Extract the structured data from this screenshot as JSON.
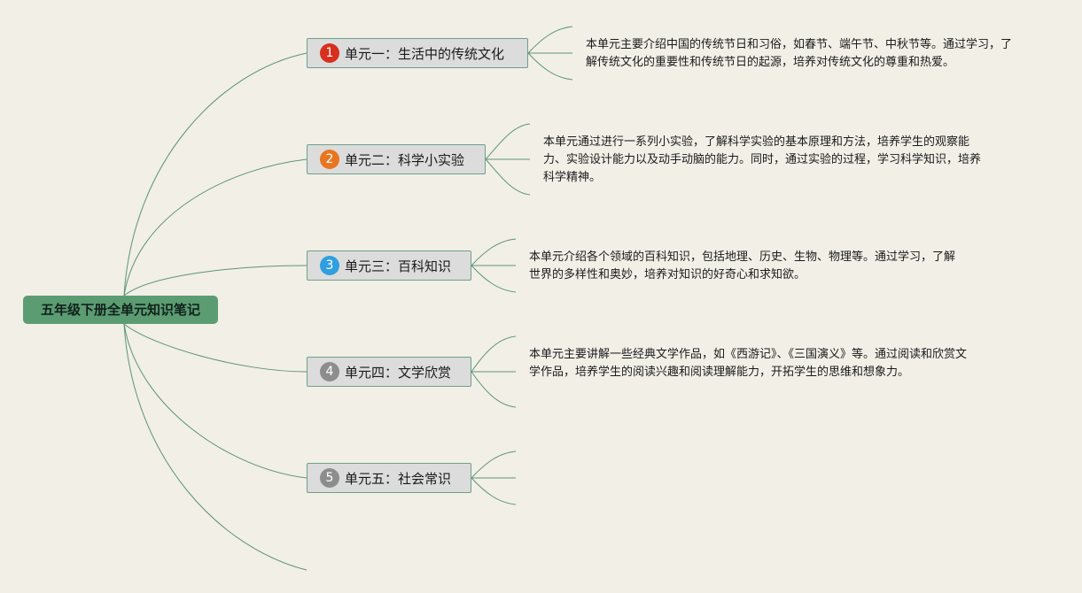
{
  "root": {
    "title": "五年级下册全单元知识笔记"
  },
  "units": [
    {
      "number": "1",
      "color": "#d8301f",
      "title": "单元一：生活中的传统文化",
      "description": "本单元主要介绍中国的传统节日和习俗，如春节、端午节、中秋节等。通过学习，了解传统文化的重要性和传统节日的起源，培养对传统文化的尊重和热爱。"
    },
    {
      "number": "2",
      "color": "#e8751f",
      "title": "单元二：科学小实验",
      "description": "本单元通过进行一系列小实验，了解科学实验的基本原理和方法，培养学生的观察能力、实验设计能力以及动手动脑的能力。同时，通过实验的过程，学习科学知识，培养科学精神。"
    },
    {
      "number": "3",
      "color": "#2f9fe0",
      "title": "单元三：百科知识",
      "description": "本单元介绍各个领域的百科知识，包括地理、历史、生物、物理等。通过学习，了解世界的多样性和奥妙，培养对知识的好奇心和求知欲。"
    },
    {
      "number": "4",
      "color": "#8d8d8d",
      "title": "单元四：文学欣赏",
      "description": "本单元主要讲解一些经典文学作品，如《西游记》、《三国演义》等。通过阅读和欣赏文学作品，培养学生的阅读兴趣和阅读理解能力，开拓学生的思维和想象力。"
    },
    {
      "number": "5",
      "color": "#8d8d8d",
      "title": "单元五：社会常识",
      "description": ""
    }
  ]
}
